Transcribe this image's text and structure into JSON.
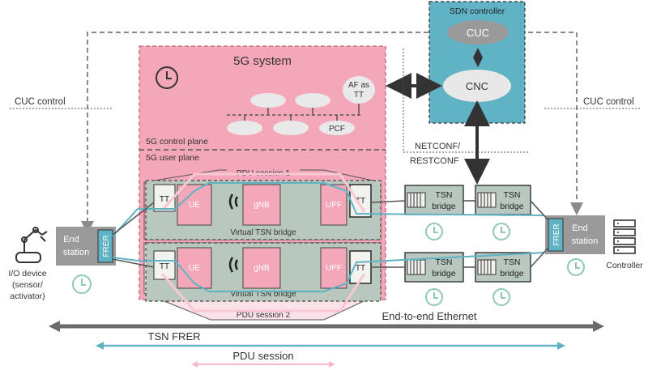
{
  "sdn": {
    "title": "SDN controller",
    "cuc": "CUC",
    "cnc": "CNC"
  },
  "system": {
    "title": "5G system",
    "af": "AF as TT",
    "af_line1": "AF as",
    "af_line2": "TT",
    "pcf": "PCF",
    "control_plane": "5G control plane",
    "user_plane": "5G user plane"
  },
  "session1": {
    "label": "PDU session 1",
    "tt_left": "TT",
    "ue": "UE",
    "gnb": "gNB",
    "upf": "UPF",
    "tt_right": "TT",
    "bridge_label": "Virtual TSN bridge"
  },
  "session2": {
    "label": "PDU session 2",
    "tt_left": "TT",
    "ue": "UE",
    "gnb": "gNB",
    "upf": "UPF",
    "tt_right": "TT",
    "bridge_label": "Virtual TSN bridge"
  },
  "bridges": {
    "tsn1": "TSN bridge",
    "tsn2": "TSN bridge",
    "tsn3": "TSN bridge",
    "tsn4": "TSN bridge",
    "line1": "TSN",
    "line2": "bridge"
  },
  "cuc_control_left": "CUC control",
  "cuc_control_right": "CUC control",
  "netconf": {
    "line1": "NETCONF/",
    "line2": "RESTCONF"
  },
  "end_station_left": {
    "line1": "End",
    "line2": "station",
    "frer": "FRER"
  },
  "end_station_right": {
    "line1": "End",
    "line2": "station",
    "frer": "FRER"
  },
  "io_device": {
    "line1": "I/O device",
    "line2": "(sensor/",
    "line3": "activator)"
  },
  "controller": "Controller",
  "arrows": {
    "e2e": "End-to-end Ethernet",
    "frer": "TSN FRER",
    "pdu": "PDU session"
  },
  "colors": {
    "pink": "#f4a7b9",
    "teal": "#5fb3c4",
    "gray": "#6b6b6b",
    "box_gray": "#b8c8bf",
    "clock": "#8fc9b5",
    "pdu_line": "#f5b8c4"
  }
}
